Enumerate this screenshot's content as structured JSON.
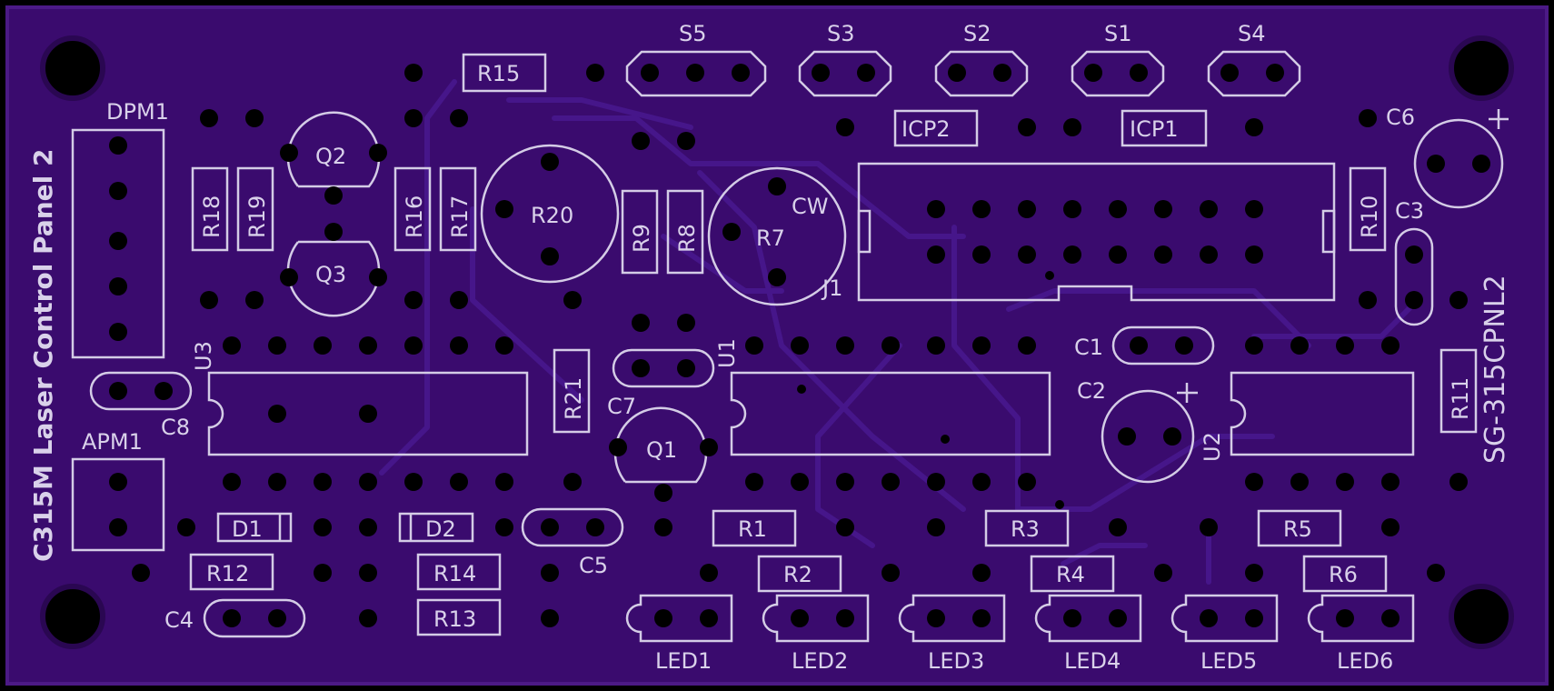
{
  "board": {
    "title": "C315M Laser Control Panel 2",
    "part_number": "SG-315CPNL2",
    "colors": {
      "background": "#000000",
      "board_fill": "#3a0b6e",
      "board_edge": "#4c1a86",
      "trace": "#46168a",
      "silkscreen": "#d4cce6",
      "drill": "#000000"
    }
  },
  "connectors": {
    "dpm1": "DPM1",
    "apm1": "APM1",
    "j1": "J1"
  },
  "switches": [
    "S5",
    "S3",
    "S2",
    "S1",
    "S4"
  ],
  "ic_programmers": [
    "ICP2",
    "ICP1"
  ],
  "transistors": [
    "Q1",
    "Q2",
    "Q3"
  ],
  "ics": [
    "U1",
    "U2",
    "U3"
  ],
  "diodes": [
    "D1",
    "D2"
  ],
  "resistors": {
    "R1": "R1",
    "R2": "R2",
    "R3": "R3",
    "R4": "R4",
    "R5": "R5",
    "R6": "R6",
    "R8": "R8",
    "R9": "R9",
    "R10": "R10",
    "R11": "R11",
    "R12": "R12",
    "R13": "R13",
    "R14": "R14",
    "R15": "R15",
    "R16": "R16",
    "R17": "R17",
    "R18": "R18",
    "R19": "R19",
    "R21": "R21"
  },
  "potentiometers": {
    "R20": "R20",
    "R7": "R7",
    "cw": "CW"
  },
  "capacitors": {
    "C1": "C1",
    "C2": "C2",
    "C3": "C3",
    "C4": "C4",
    "C5": "C5",
    "C6": "C6",
    "C7": "C7",
    "C8": "C8",
    "plus": "+"
  },
  "leds": [
    "LED1",
    "LED2",
    "LED3",
    "LED4",
    "LED5",
    "LED6"
  ]
}
